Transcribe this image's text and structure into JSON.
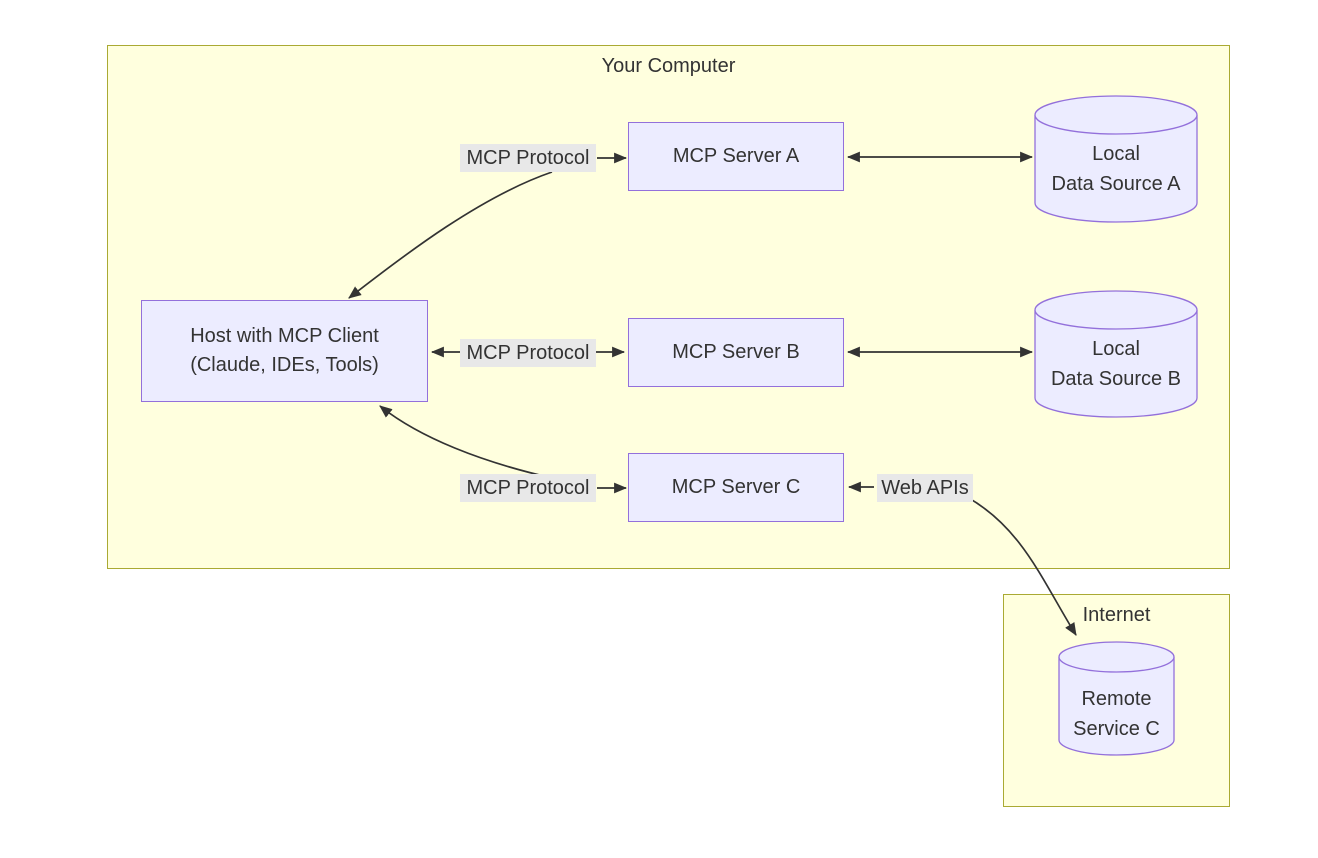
{
  "diagram": {
    "containers": {
      "your_computer": {
        "title": "Your Computer"
      },
      "internet": {
        "title": "Internet"
      }
    },
    "nodes": {
      "host": {
        "line1": "Host with MCP Client",
        "line2": "(Claude, IDEs, Tools)"
      },
      "server_a": {
        "label": "MCP Server A"
      },
      "server_b": {
        "label": "MCP Server B"
      },
      "server_c": {
        "label": "MCP Server C"
      },
      "data_source_a": {
        "line1": "Local",
        "line2": "Data Source A"
      },
      "data_source_b": {
        "line1": "Local",
        "line2": "Data Source B"
      },
      "remote_service_c": {
        "line1": "Remote",
        "line2": "Service C"
      }
    },
    "edge_labels": {
      "protocol_a": "MCP Protocol",
      "protocol_b": "MCP Protocol",
      "protocol_c": "MCP Protocol",
      "web_apis": "Web APIs"
    },
    "colors": {
      "node_fill": "#ECECFF",
      "node_border": "#9370DB",
      "container_fill": "#ffffde",
      "container_border": "#aaaa33",
      "edge_label_bg": "#e8e8e8",
      "edge_color": "#333333",
      "text_color": "#333333"
    }
  }
}
